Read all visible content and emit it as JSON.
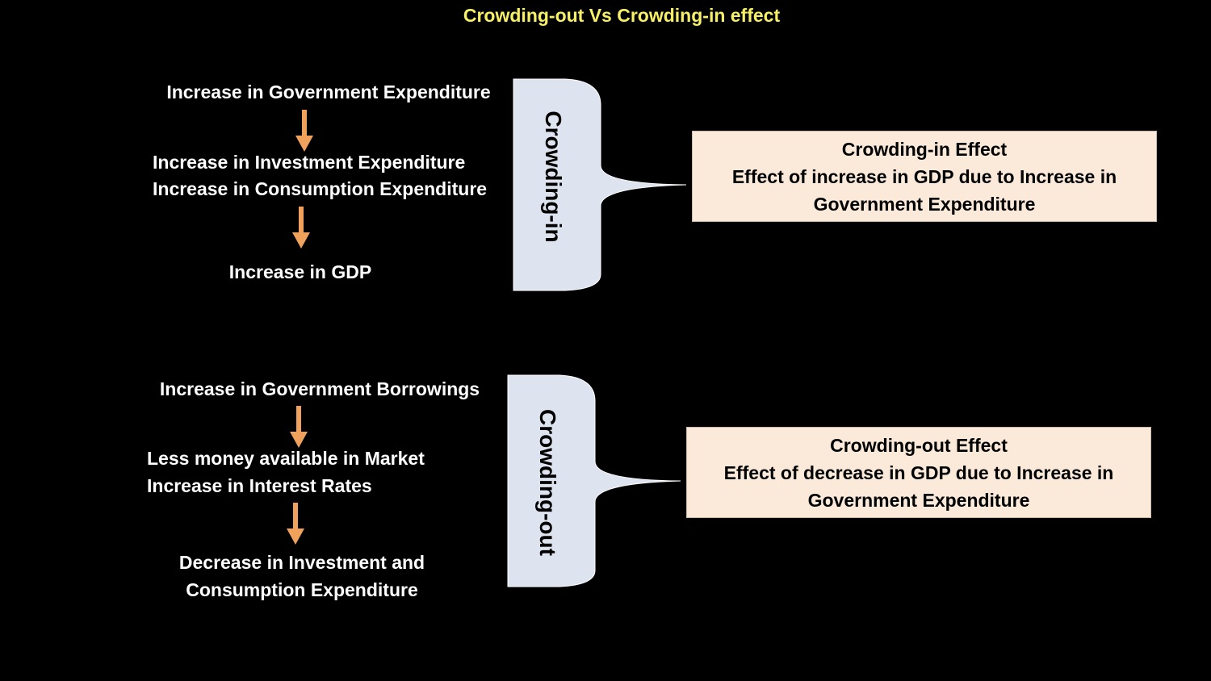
{
  "title": "Crowding-out Vs Crowding-in effect",
  "colors": {
    "background": "#000000",
    "title": "#f7f064",
    "text": "#ffffff",
    "arrow": "#f0a15c",
    "brace": "#dde4f0",
    "box": "#fbe9d9"
  },
  "crowding_in": {
    "steps": [
      "Increase in Government Expenditure",
      "Increase in Investment Expenditure",
      "Increase in Consumption Expenditure",
      "Increase in GDP"
    ],
    "brace_label": "Crowding-in",
    "box": {
      "heading": "Crowding-in Effect",
      "line1": "Effect of increase in GDP due to Increase in",
      "line2": "Government Expenditure"
    }
  },
  "crowding_out": {
    "steps": [
      "Increase in Government Borrowings",
      "Less money available in Market",
      "Increase in Interest Rates",
      "Decrease in Investment and",
      "Consumption Expenditure"
    ],
    "brace_label": "Crowding-out",
    "box": {
      "heading": "Crowding-out Effect",
      "line1": "Effect of decrease in GDP due to Increase in",
      "line2": "Government Expenditure"
    }
  }
}
